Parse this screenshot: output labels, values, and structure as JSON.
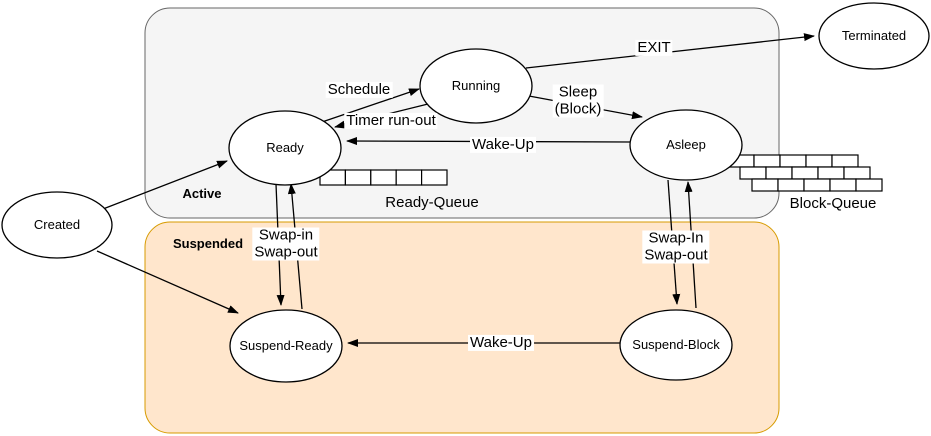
{
  "diagram": {
    "type": "process-state-diagram"
  },
  "regions": {
    "active": {
      "label": "Active",
      "fill": "#f5f5f5",
      "border": "#666666"
    },
    "suspended": {
      "label": "Suspended",
      "fill": "#ffe6cc",
      "border": "#d79b00"
    }
  },
  "states": {
    "created": {
      "label": "Created"
    },
    "ready": {
      "label": "Ready"
    },
    "running": {
      "label": "Running"
    },
    "asleep": {
      "label": "Asleep"
    },
    "terminated": {
      "label": "Terminated"
    },
    "suspend_ready": {
      "label": "Suspend-Ready"
    },
    "suspend_block": {
      "label": "Suspend-Block"
    }
  },
  "transitions": {
    "schedule": {
      "label": "Schedule"
    },
    "timer_run_out": {
      "label": "Timer run-out"
    },
    "sleep": {
      "line1": "Sleep",
      "line2": "(Block)"
    },
    "exit": {
      "label": "EXIT"
    },
    "wake_up_top": {
      "label": "Wake-Up"
    },
    "swap_left": {
      "line1": "Swap-in",
      "line2": "Swap-out"
    },
    "swap_right": {
      "line1": "Swap-In",
      "line2": "Swap-out"
    },
    "wake_up_bottom": {
      "label": "Wake-Up"
    }
  },
  "queues": {
    "ready_queue": {
      "label": "Ready-Queue",
      "cells": 5
    },
    "block_queue": {
      "label": "Block-Queue",
      "rows": 3,
      "cells_per_row": 5
    }
  },
  "colors": {
    "line": "#000000",
    "node_fill": "#ffffff",
    "node_stroke": "#000000"
  }
}
